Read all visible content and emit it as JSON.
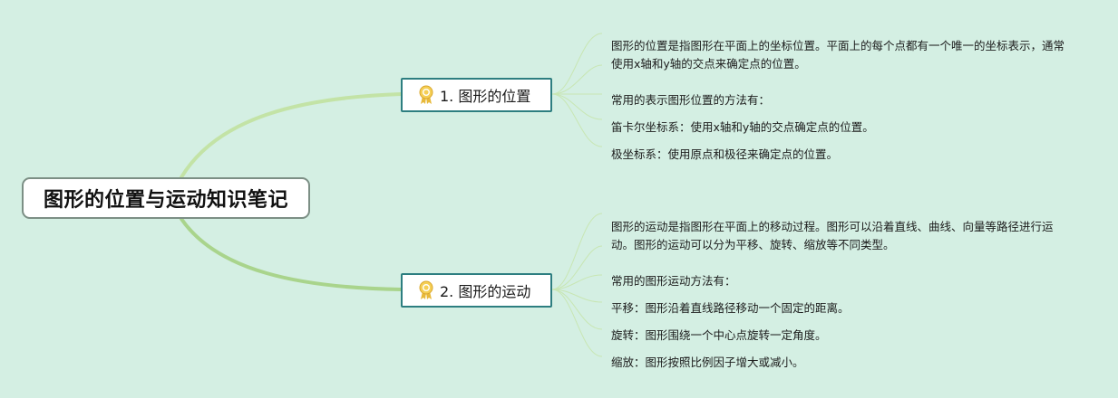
{
  "root": {
    "title": "图形的位置与运动知识笔记"
  },
  "branches": [
    {
      "label": "1. 图形的位置",
      "icon": "award-badge-icon",
      "notes": [
        "图形的位置是指图形在平面上的坐标位置。平面上的每个点都有一个唯一的坐标表示，通常使用x轴和y轴的交点来确定点的位置。",
        "常用的表示图形位置的方法有：",
        "笛卡尔坐标系：使用x轴和y轴的交点确定点的位置。",
        "极坐标系：使用原点和极径来确定点的位置。"
      ]
    },
    {
      "label": "2. 图形的运动",
      "icon": "award-badge-icon",
      "notes": [
        "图形的运动是指图形在平面上的移动过程。图形可以沿着直线、曲线、向量等路径进行运动。图形的运动可以分为平移、旋转、缩放等不同类型。",
        "常用的图形运动方法有：",
        "平移：图形沿着直线路径移动一个固定的距离。",
        "旋转：图形围绕一个中心点旋转一定角度。",
        "缩放：图形按照比例因子增大或减小。"
      ]
    }
  ],
  "colors": {
    "background": "#d4efe3",
    "main_connector": "#a9d48c",
    "leaf_connector": "#bde0a8",
    "branch_border": "#2d7e80",
    "icon": "#e8b93a"
  }
}
